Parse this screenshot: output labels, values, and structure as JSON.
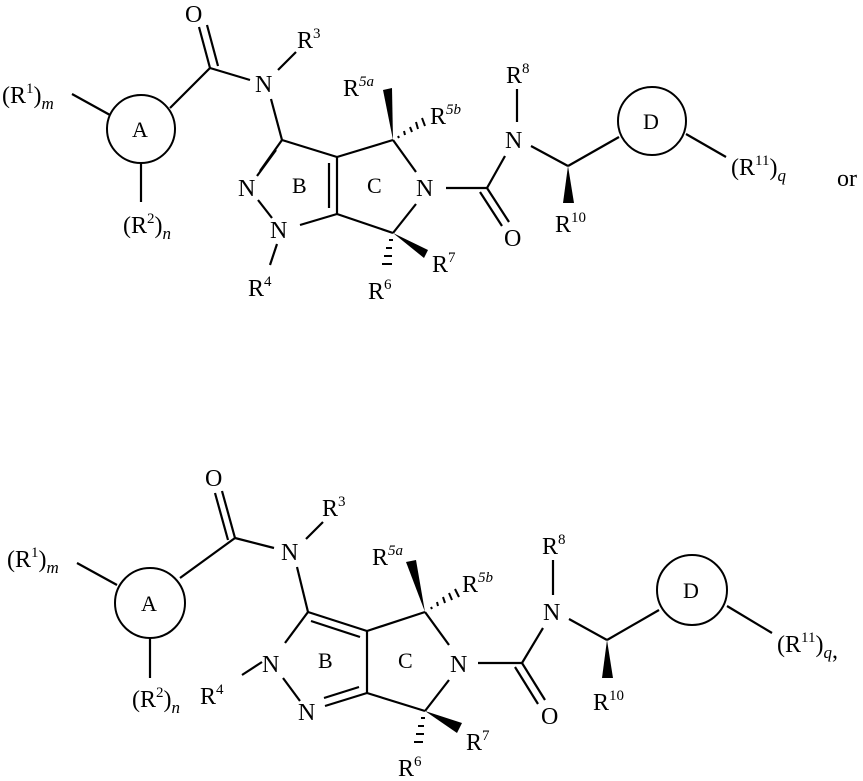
{
  "figure": {
    "description": "Two generic structural formulas of pyrrolo[3,4-c]pyrazole urea compounds, joined by 'or'",
    "separator": "or",
    "color": "#000000"
  },
  "structure_top": {
    "tautomer": "1H-pyrazole (R4 on N1)",
    "atoms": {
      "carbonyl_O": "O",
      "amide_N": "N",
      "pyrazole_N2": "N",
      "pyrazole_N1": "N",
      "pyrrolidine_N": "N",
      "urea_O": "O",
      "urea_N": "N"
    },
    "rings": {
      "A": "A",
      "B": "B",
      "C": "C",
      "D": "D"
    },
    "substituents": {
      "R1": {
        "base": "(R",
        "sup": "1",
        "close": ")",
        "sub": "m"
      },
      "R2": {
        "base": "(R",
        "sup": "2",
        "close": ")",
        "sub": "n"
      },
      "R3": {
        "base": "R",
        "sup": "3"
      },
      "R4": {
        "base": "R",
        "sup": "4"
      },
      "R5a": {
        "base": "R",
        "sup": "5a"
      },
      "R5b": {
        "base": "R",
        "sup": "5b"
      },
      "R6": {
        "base": "R",
        "sup": "6"
      },
      "R7": {
        "base": "R",
        "sup": "7"
      },
      "R8": {
        "base": "R",
        "sup": "8"
      },
      "R10": {
        "base": "R",
        "sup": "10"
      },
      "R11": {
        "base": "(R",
        "sup": "11",
        "close": ")",
        "sub": "q"
      }
    },
    "trailing": "or"
  },
  "structure_bottom": {
    "tautomer": "2H-pyrazole (R4 on N2)",
    "atoms": {
      "carbonyl_O": "O",
      "amide_N": "N",
      "pyrazole_N2": "N",
      "pyrazole_N1": "N",
      "pyrrolidine_N": "N",
      "urea_O": "O",
      "urea_N": "N"
    },
    "rings": {
      "A": "A",
      "B": "B",
      "C": "C",
      "D": "D"
    },
    "substituents": {
      "R1": {
        "base": "(R",
        "sup": "1",
        "close": ")",
        "sub": "m"
      },
      "R2": {
        "base": "(R",
        "sup": "2",
        "close": ")",
        "sub": "n"
      },
      "R3": {
        "base": "R",
        "sup": "3"
      },
      "R4": {
        "base": "R",
        "sup": "4"
      },
      "R5a": {
        "base": "R",
        "sup": "5a"
      },
      "R5b": {
        "base": "R",
        "sup": "5b"
      },
      "R6": {
        "base": "R",
        "sup": "6"
      },
      "R7": {
        "base": "R",
        "sup": "7"
      },
      "R8": {
        "base": "R",
        "sup": "8"
      },
      "R10": {
        "base": "R",
        "sup": "10"
      },
      "R11": {
        "base": "(R",
        "sup": "11",
        "close": ")",
        "sub": "q"
      }
    },
    "trailing": ","
  }
}
